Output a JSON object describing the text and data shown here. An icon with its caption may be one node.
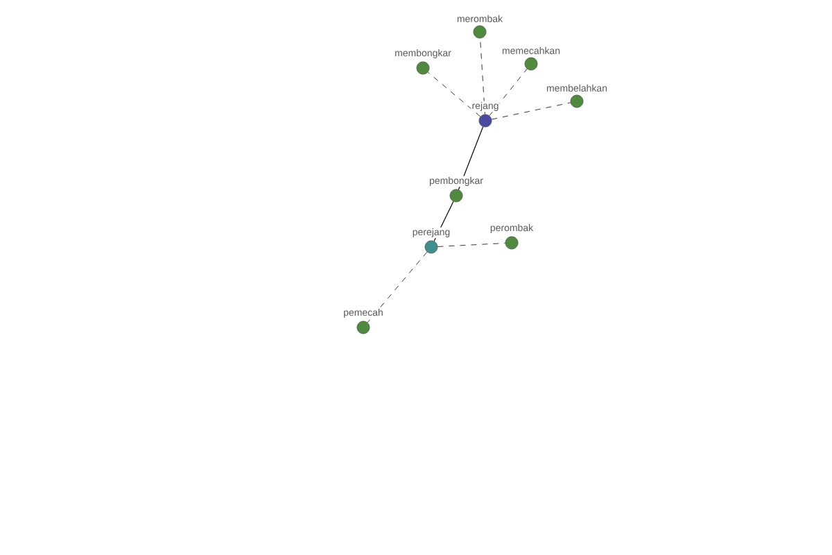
{
  "diagram": {
    "nodes": [
      {
        "text": [
          "rejang"
        ]
      },
      {
        "text": [
          "merombak"
        ]
      },
      {
        "text": [
          "membongkar"
        ]
      },
      {
        "text": [
          "memecahkan"
        ]
      },
      {
        "text": [
          "membelahkan"
        ]
      },
      {
        "text": [
          "pembongkar"
        ]
      },
      {
        "text": [
          "perejang"
        ]
      },
      {
        "text": [
          "perombak"
        ]
      },
      {
        "text": [
          "pemecah"
        ]
      }
    ],
    "edges": [
      {
        "from": 0,
        "to": 1,
        "arrow": "none",
        "style": "dashed"
      },
      {
        "from": 0,
        "to": 2,
        "arrow": "none",
        "style": "dashed"
      },
      {
        "from": 0,
        "to": 3,
        "arrow": "none",
        "style": "dashed"
      },
      {
        "from": 0,
        "to": 4,
        "arrow": "none",
        "style": "dashed"
      },
      {
        "from": 0,
        "to": 5,
        "arrow": "none"
      },
      {
        "from": 5,
        "to": 6,
        "arrow": "none"
      },
      {
        "from": 6,
        "to": 7,
        "arrow": "none",
        "style": "dashed"
      },
      {
        "from": 6,
        "to": 8,
        "arrow": "none",
        "style": "dashed"
      }
    ]
  }
}
